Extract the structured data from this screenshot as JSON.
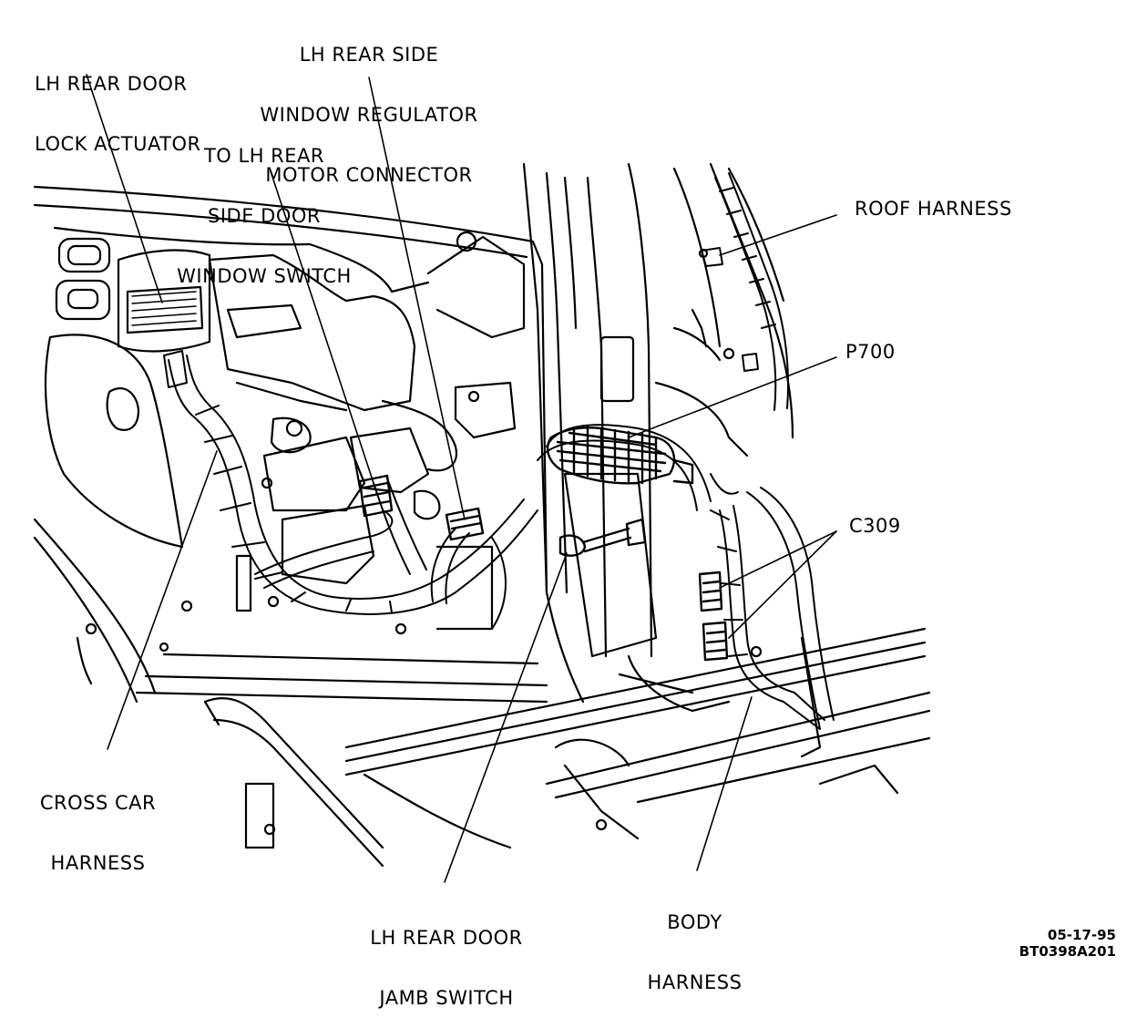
{
  "callouts": {
    "lock_actuator": [
      "LH REAR DOOR",
      "LOCK ACTUATOR"
    ],
    "regulator_connector": [
      "LH REAR SIDE",
      "WINDOW REGULATOR",
      "MOTOR CONNECTOR"
    ],
    "window_switch": [
      "TO LH REAR",
      "SIDE DOOR",
      "WINDOW SWITCH"
    ],
    "roof_harness": "ROOF HARNESS",
    "p700": "P700",
    "c309": "C309",
    "cross_car_harness": [
      "CROSS CAR",
      "HARNESS"
    ],
    "jamb_switch": [
      "LH REAR DOOR",
      "JAMB SWITCH"
    ],
    "body_harness": [
      "BODY",
      "HARNESS"
    ]
  },
  "stamp": {
    "date": "05-17-95",
    "code": "BT0398A201"
  },
  "colors": {
    "ink": "#000000",
    "paper": "#ffffff"
  }
}
